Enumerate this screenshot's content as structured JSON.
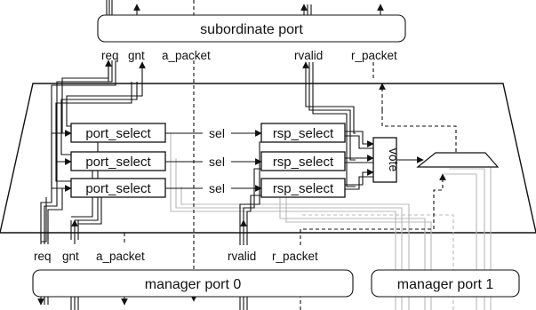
{
  "ports": {
    "subordinate": "subordinate port",
    "manager0": "manager port 0",
    "manager1": "manager port 1"
  },
  "top_signals": {
    "req": "req",
    "gnt": "gnt",
    "a_packet": "a_packet",
    "rvalid": "rvalid",
    "r_packet": "r_packet"
  },
  "bottom_signals": {
    "req": "req",
    "gnt": "gnt",
    "a_packet": "a_packet",
    "rvalid": "rvalid",
    "r_packet": "r_packet"
  },
  "port_select": [
    "port_select",
    "port_select",
    "port_select"
  ],
  "rsp_select": [
    "rsp_select",
    "rsp_select",
    "rsp_select"
  ],
  "sel": [
    "sel",
    "sel",
    "sel"
  ],
  "vote": "vote"
}
